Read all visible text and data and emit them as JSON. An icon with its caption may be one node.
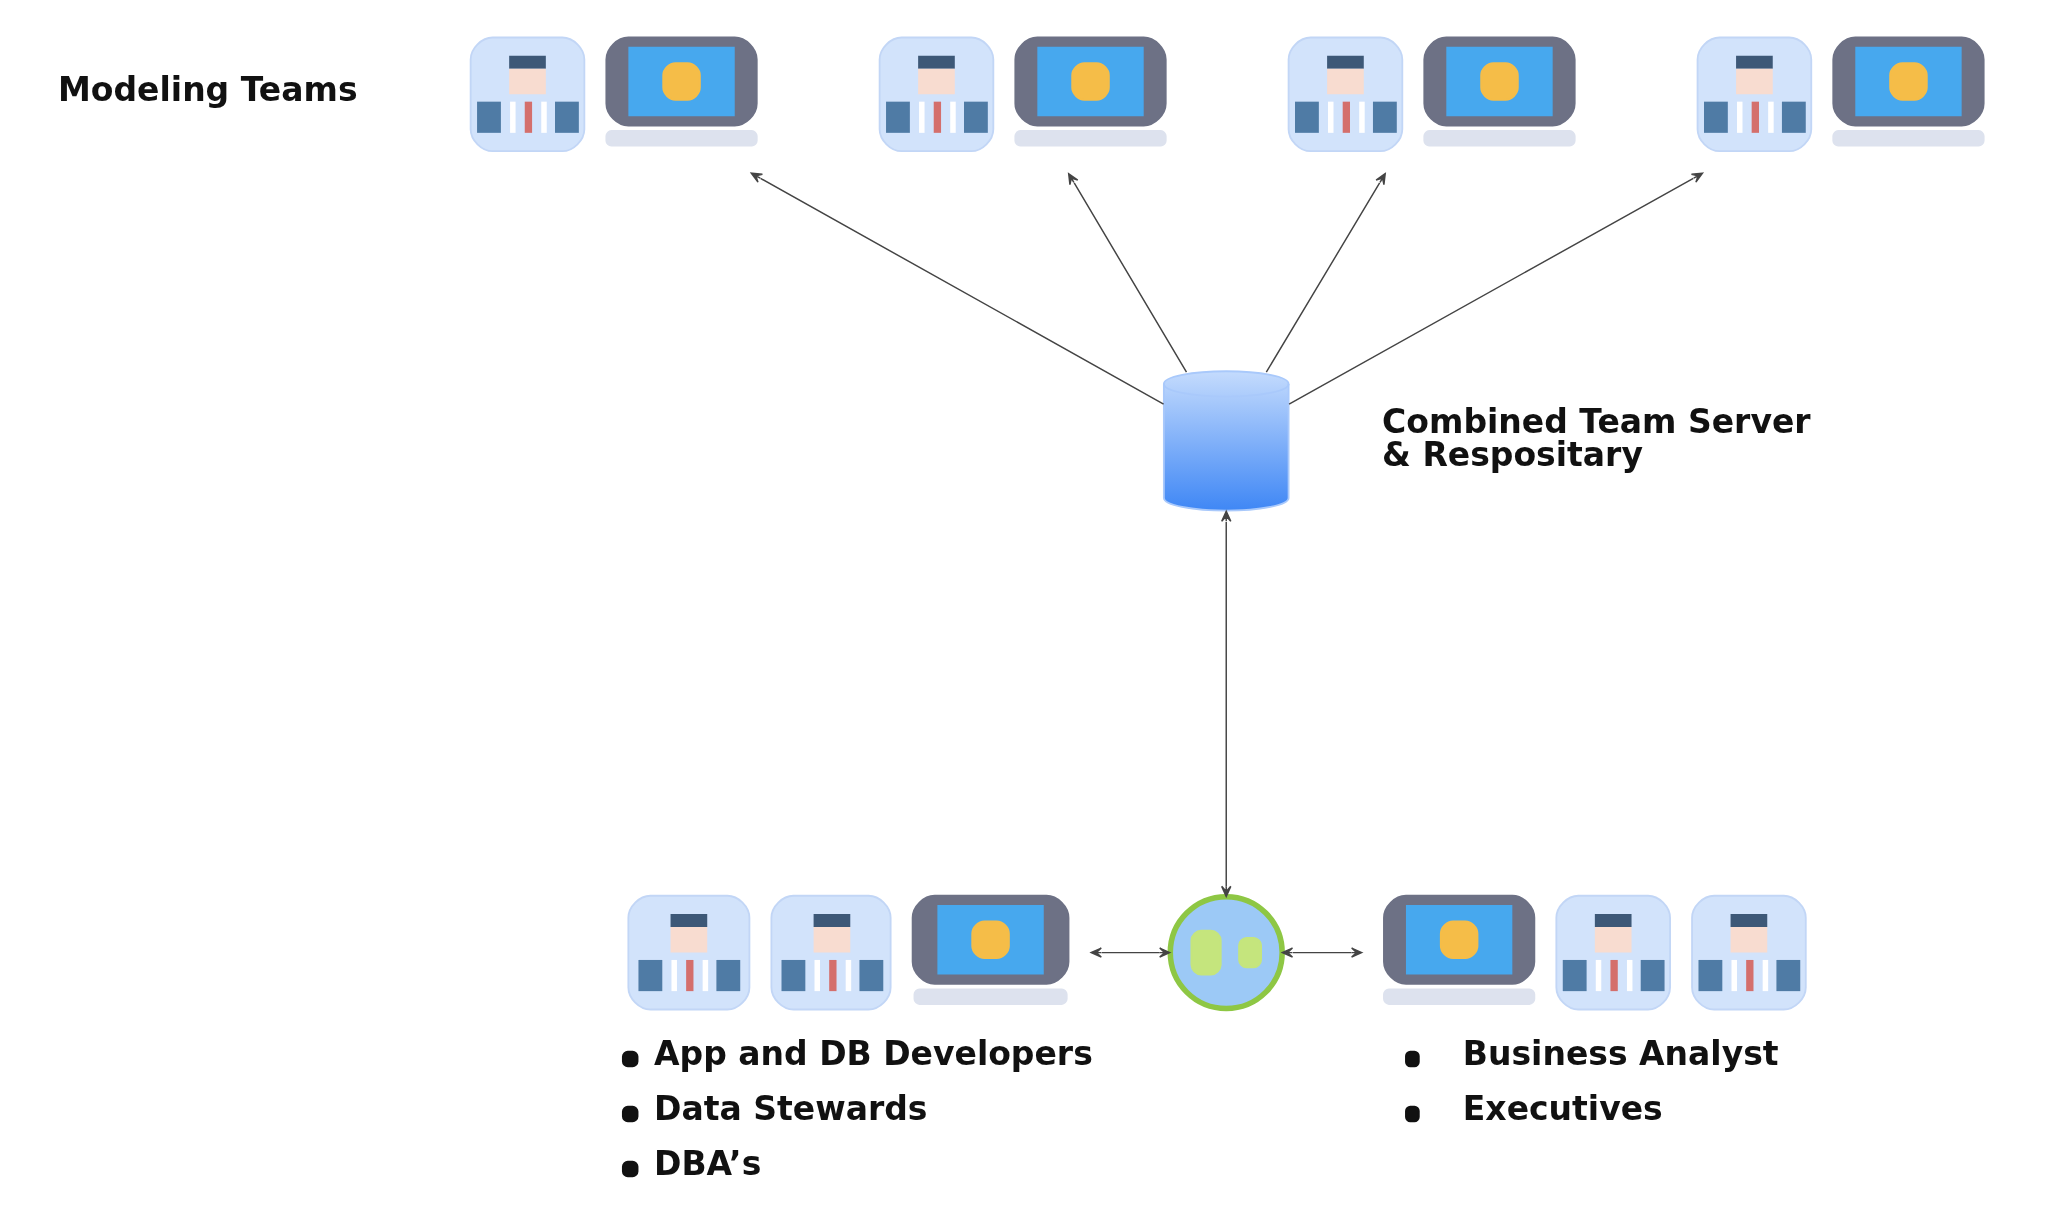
{
  "diagram": {
    "nodes": [
      {
        "text": [],
        "shape": "picture"
      },
      {
        "text": [],
        "shape": "picture"
      },
      {
        "text": [],
        "shape": "picture"
      },
      {
        "text": [],
        "shape": "picture"
      },
      {
        "text": [],
        "shape": "cylinder",
        "beside": [
          "Combined Team Server & Respositary"
        ]
      },
      {
        "text": [
          "App and DB Developers",
          "Data Stewards",
          "DBA’s"
        ]
      },
      {
        "text": [],
        "shape": "picture"
      },
      {
        "text": [
          "Business Analyst",
          "Executives"
        ]
      }
    ],
    "edges": [
      {
        "from": 4,
        "to": 0,
        "arrow": "to"
      },
      {
        "from": 4,
        "to": 1,
        "arrow": "to"
      },
      {
        "from": 4,
        "to": 2,
        "arrow": "to"
      },
      {
        "from": 4,
        "to": 3,
        "arrow": "to"
      },
      {
        "from": 6,
        "to": 4,
        "arrow": "both"
      },
      {
        "from": 5,
        "to": 6,
        "arrow": "both"
      },
      {
        "from": 6,
        "to": 7,
        "arrow": "both"
      }
    ],
    "labels": [
      "Modeling Teams"
    ]
  }
}
